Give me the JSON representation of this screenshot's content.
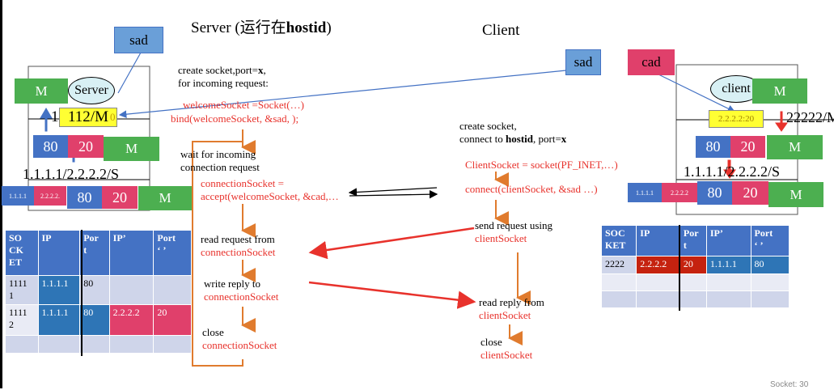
{
  "title": {
    "server": "Server (运行在",
    "server_bold": "hostid",
    "server_close": ")",
    "client": "Client"
  },
  "server_side": {
    "sad": "sad",
    "m1": "M",
    "server_label": "Server",
    "addr_left": "1",
    "addr_box": "112/M",
    "addr_tail": "0",
    "port_80": "80",
    "port_20": "20",
    "m2": "M",
    "ip_pair": "1.1.1.1/2.2.2.2/S",
    "cell_ip1": "1.1.1.1",
    "cell_ip2": "2.2.2.2.",
    "port_80b": "80",
    "port_20b": "20",
    "m3": "M"
  },
  "client_side": {
    "sad": "sad",
    "cad": "cad",
    "client_label": "client",
    "m1": "M",
    "addr_box": "2.2.2.2:20",
    "addr_right": "22222/M",
    "port_80": "80",
    "port_20": "20",
    "m2": "M",
    "ip_pair": "1.1.1.1/2.2.2.2/S",
    "cell_ip1": "1.1.1.1",
    "cell_ip2": "2.2.2.2",
    "port_80b": "80",
    "port_20b": "20",
    "m3": "M"
  },
  "server_flow": {
    "create_1": "create socket,port=",
    "create_x": "x",
    "create_2": ",",
    "create_3": " for incoming request:",
    "welcome": "welcomeSocket =Socket(…)",
    "bind": "bind(welcomeSocket, &sad, );",
    "wait_1": "wait for incoming",
    "wait_2": "connection request",
    "accept_1": "connectionSocket =",
    "accept_2": "accept(welcomeSocket, &cad,…",
    "read_1": "read request from",
    "read_2": "connectionSocket",
    "write_1": "write reply to",
    "write_2": "connectionSocket",
    "close_1": "close",
    "close_2": "connectionSocket"
  },
  "client_flow": {
    "create_1": "create socket,",
    "create_2": "connect to ",
    "create_host": "hostid",
    "create_3": ", port=",
    "create_x": "x",
    "client_socket": "ClientSocket = socket(PF_INET,…)",
    "connect": "connect(clientSocket, &sad …)",
    "send_1": "send request using",
    "send_2": "clientSocket",
    "read_1": "read reply from",
    "read_2": "clientSocket",
    "close_1": "close",
    "close_2": "clientSocket"
  },
  "server_table": {
    "headers": [
      "SO\nCK\nET",
      "IP",
      "Por\nt",
      "IP’",
      "Port\n‘ ’"
    ],
    "rows": [
      [
        "1111\n1",
        "1.1.1.1",
        "80",
        "",
        ""
      ],
      [
        "1111\n2",
        "1.1.1.1",
        "80",
        "2.2.2.2",
        "20"
      ],
      [
        "",
        "",
        "",
        "",
        ""
      ]
    ]
  },
  "client_table": {
    "headers": [
      "SOC\nKET",
      "IP",
      "Por\nt",
      "IP’",
      "Port\n‘ ’"
    ],
    "rows": [
      [
        "2222",
        "2.2.2.2",
        "20",
        "1.1.1.1",
        "80"
      ],
      [
        "",
        "",
        "",
        "",
        ""
      ],
      [
        "",
        "",
        "",
        "",
        ""
      ]
    ]
  },
  "footer": "Socket: 30",
  "colors": {
    "green": "#4caf50",
    "blue": "#4472c4",
    "pink": "#e0406b",
    "yellow": "#ffff33",
    "red": "#e8322c",
    "orange": "#e07b2e"
  }
}
